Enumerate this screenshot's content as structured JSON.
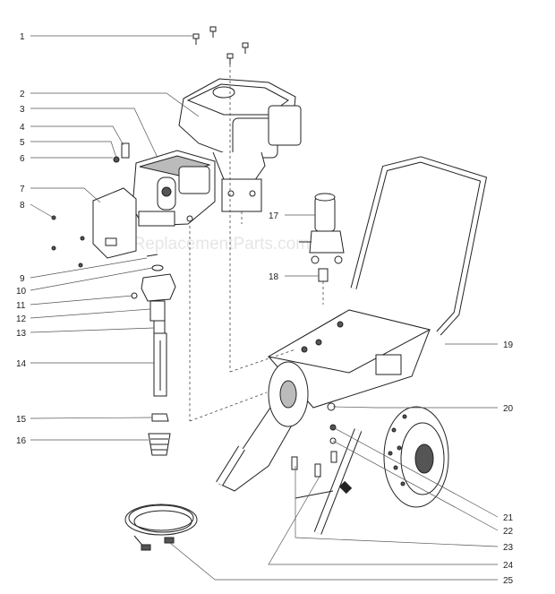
{
  "watermark": "eReplacementParts.com",
  "callouts": {
    "c1": "1",
    "c2": "2",
    "c3": "3",
    "c4": "4",
    "c5": "5",
    "c6": "6",
    "c7": "7",
    "c8": "8",
    "c9": "9",
    "c10": "10",
    "c11": "11",
    "c12": "12",
    "c13": "13",
    "c14": "14",
    "c15": "15",
    "c16": "16",
    "c17": "17",
    "c18": "18",
    "c19": "19",
    "c20": "20",
    "c21": "21",
    "c22": "22",
    "c23": "23",
    "c24": "24",
    "c25": "25"
  }
}
